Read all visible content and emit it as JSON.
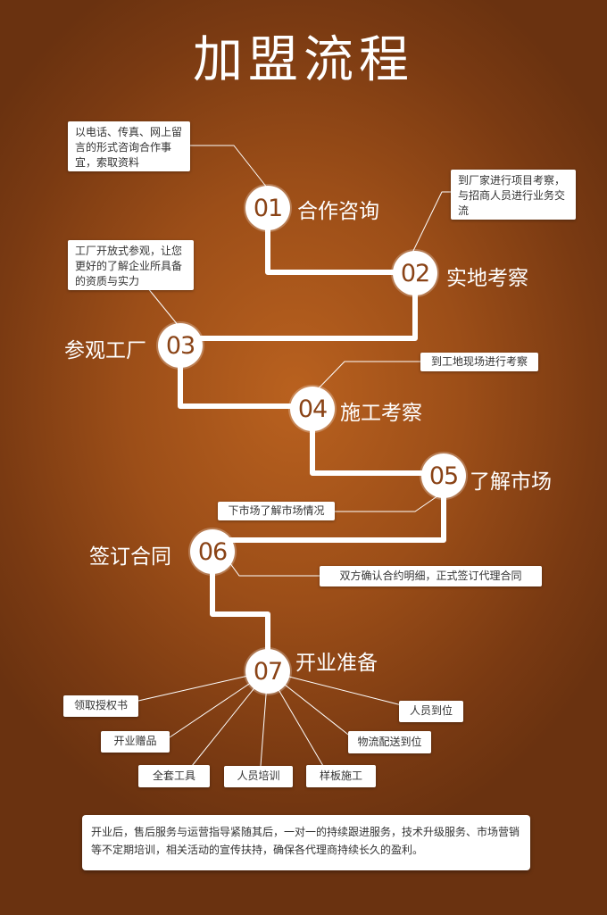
{
  "title": "加盟流程",
  "steps": [
    {
      "num": "01",
      "label": "合作咨询",
      "desc": "以电话、传真、网上留言的形式咨询合作事宜，索取资料"
    },
    {
      "num": "02",
      "label": "实地考察",
      "desc": "到厂家进行项目考察，与招商人员进行业务交流"
    },
    {
      "num": "03",
      "label": "参观工厂",
      "desc": "工厂开放式参观，让您更好的了解企业所具备的资质与实力"
    },
    {
      "num": "04",
      "label": "施工考察",
      "desc": "到工地现场进行考察"
    },
    {
      "num": "05",
      "label": "了解市场",
      "desc": "下市场了解市场情况"
    },
    {
      "num": "06",
      "label": "签订合同",
      "desc": "双方确认合约明细，正式签订代理合同"
    },
    {
      "num": "07",
      "label": "开业准备"
    }
  ],
  "prep_items": [
    "领取授权书",
    "开业赠品",
    "全套工具",
    "人员培训",
    "样板施工",
    "物流配送到位",
    "人员到位"
  ],
  "footer_note": "开业后，售后服务与运营指导紧随其后，一对一的持续跟进服务，技术升级服务、市场营销等不定期培训，相关活动的宣传扶持，确保各代理商持续长久的盈利。"
}
